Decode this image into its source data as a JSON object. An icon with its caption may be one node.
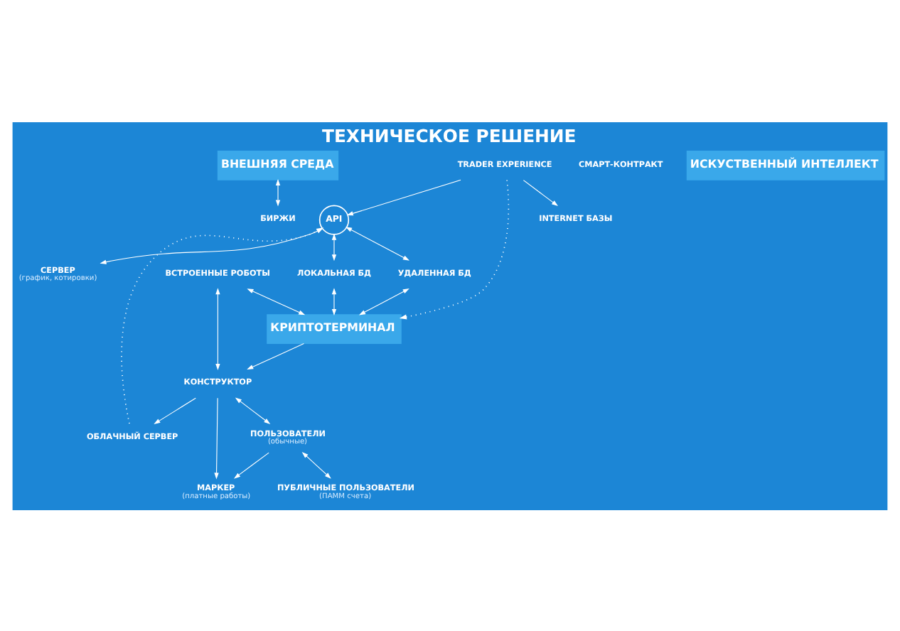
{
  "diagram": {
    "title": "ТЕХНИЧЕСКОЕ РЕШЕНИЕ",
    "nodes": [
      {
        "text": [
          "ВНЕШНЯЯ СРЕДА"
        ]
      },
      {
        "text": [
          "БИРЖИ"
        ]
      },
      {
        "text": [
          "API"
        ]
      },
      {
        "text": [
          "ЛОКАЛЬНАЯ БД"
        ]
      },
      {
        "text": [
          "УДАЛЕННАЯ БД"
        ]
      },
      {
        "text": [
          "ОБЛАЧНЫЙ СЕРВЕР"
        ]
      },
      {
        "text": [
          "СЕРВЕР",
          "(график, котировки)"
        ]
      },
      {
        "text": [
          "ВСТРОЕННЫЕ РОБОТЫ"
        ]
      },
      {
        "text": [
          "КРИПТОТЕРМИНАЛ"
        ]
      },
      {
        "text": [
          "КОНСТРУКТОР"
        ]
      },
      {
        "text": [
          "ПОЛЬЗОВАТЕЛИ",
          "(обычные)"
        ]
      },
      {
        "text": [
          "ПУБЛИЧНЫЕ ПОЛЬЗОВАТЕЛИ",
          "(ПАММ счета)"
        ]
      },
      {
        "text": [
          "TRADER EXPERIENCE"
        ]
      },
      {
        "text": [
          "МАРКЕР",
          "(платные работы)"
        ]
      },
      {
        "text": [
          "СМАРТ-КОНТРАКТ"
        ]
      },
      {
        "text": [
          "INTERNET БАЗЫ"
        ]
      },
      {
        "text": [
          "ИСКУСТВЕННЫЙ ИНТЕЛЛЕКТ"
        ]
      }
    ],
    "edges": [
      {
        "from": 0,
        "to": 1,
        "arrow": "both"
      },
      {
        "from": 2,
        "to": 3,
        "arrow": "both"
      },
      {
        "from": 2,
        "to": 4,
        "arrow": "both"
      },
      {
        "from": 3,
        "to": 8,
        "arrow": "both"
      },
      {
        "from": 4,
        "to": 8,
        "arrow": "both"
      },
      {
        "from": 2,
        "to": 6,
        "arrow": "to"
      },
      {
        "from": 12,
        "to": 2,
        "arrow": "to"
      },
      {
        "from": 5,
        "to": 2,
        "arrow": "to",
        "style": "dashed"
      },
      {
        "from": 9,
        "to": 5,
        "arrow": "to"
      },
      {
        "from": 7,
        "to": 8,
        "arrow": "both"
      },
      {
        "from": 7,
        "to": 9,
        "arrow": "both"
      },
      {
        "from": 8,
        "to": 9,
        "arrow": "to"
      },
      {
        "from": 9,
        "to": 10,
        "arrow": "both"
      },
      {
        "from": 9,
        "to": 13,
        "arrow": "to"
      },
      {
        "from": 10,
        "to": 13,
        "arrow": "to"
      },
      {
        "from": 12,
        "to": 8,
        "arrow": "to",
        "style": "dashed"
      },
      {
        "from": 10,
        "to": 11,
        "arrow": "both"
      },
      {
        "from": 12,
        "to": 15,
        "arrow": "to"
      }
    ]
  }
}
